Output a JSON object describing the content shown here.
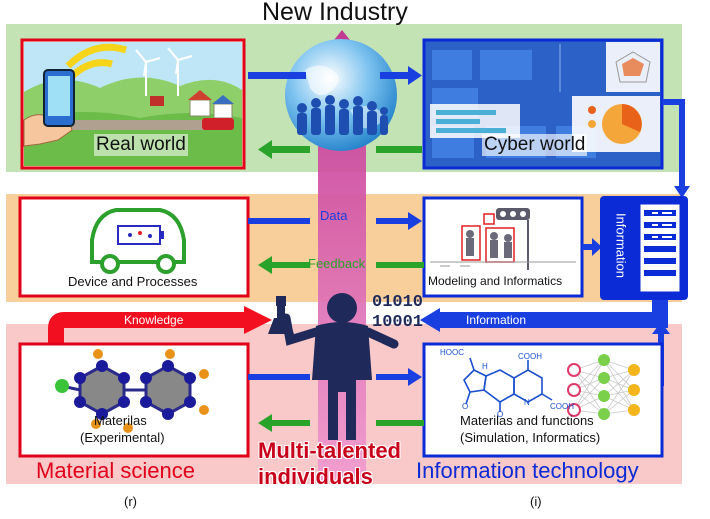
{
  "title": "New Industry",
  "boxes": {
    "real_world": "Real world",
    "cyber_world": "Cyber world",
    "device": "Device and Processes",
    "modeling": "Modeling and Informatics",
    "materials_exp_1": "Materilas",
    "materials_exp_2": "(Experimental)",
    "materials_sim_1": "Materilas and functions",
    "materials_sim_2": "(Simulation, Informatics)"
  },
  "arrows": {
    "data": "Data",
    "feedback": "Feedback",
    "knowledge": "Knowledge",
    "information_flow": "Information"
  },
  "server_label": "Information",
  "binary_line1": "01010",
  "binary_line2": "10001",
  "molecule_labels": {
    "hooc_1": "HOOC",
    "cooh_1": "COOH",
    "cooh_2": "COOH",
    "nh": "H",
    "n": "N",
    "o_1": "O",
    "o_2": "O"
  },
  "people_label_1": "Multi-talented",
  "people_label_2": "individuals",
  "footer_left": "Material science",
  "footer_right": "Information technology",
  "panel_left": "(r)",
  "panel_right": "(i)",
  "colors": {
    "red": "#e0001a",
    "blue": "#0a2bd6",
    "green_band": "#bfe0b0",
    "orange_band": "#f7cd96",
    "pink_band": "#f7c6c6",
    "arrow_blue": "#1a3fe0",
    "arrow_green": "#2aa32a",
    "arrow_red": "#f20f1f",
    "purple": "#c22a8a"
  }
}
